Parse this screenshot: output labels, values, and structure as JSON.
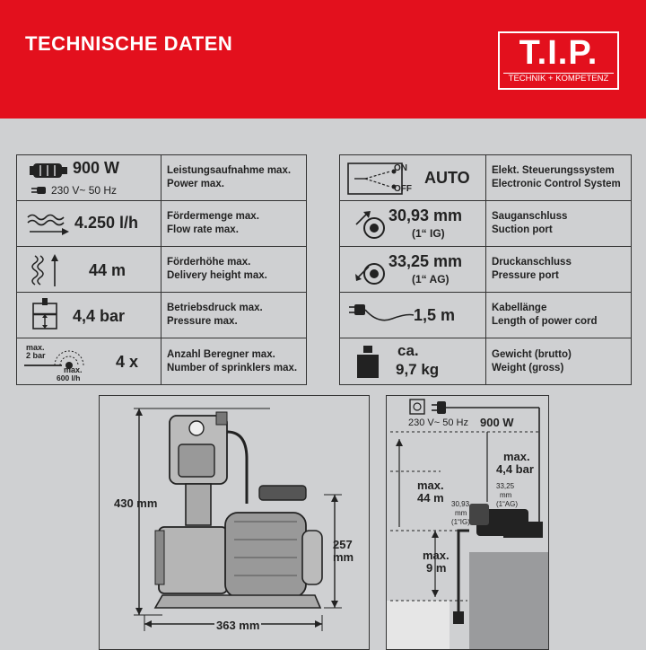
{
  "header": {
    "title": "TECHNISCHE DATEN",
    "logo_big": "T.I.P.",
    "logo_small": "TECHNIK + KOMPETENZ"
  },
  "left_table": [
    {
      "value": "900 W",
      "sub": "230 V~ 50 Hz",
      "desc1": "Leistungsaufnahme max.",
      "desc2": "Power max."
    },
    {
      "value": "4.250 l/h",
      "desc1": "Fördermenge max.",
      "desc2": "Flow rate max."
    },
    {
      "value": "44 m",
      "desc1": "Förderhöhe max.",
      "desc2": "Delivery height max."
    },
    {
      "value": "4,4 bar",
      "desc1": "Betriebsdruck max.",
      "desc2": "Pressure max."
    },
    {
      "value": "4 x",
      "desc1": "Anzahl Beregner max.",
      "desc2": "Number of sprinklers max.",
      "icon_max": "max.",
      "icon_bar": "2 bar",
      "icon_max2": "max.",
      "icon_flow": "600 l/h"
    }
  ],
  "right_table": [
    {
      "value": "AUTO",
      "on": "ON",
      "off": "OFF",
      "desc1": "Elekt. Steuerungssystem",
      "desc2": "Electronic Control System"
    },
    {
      "value": "30,93 mm",
      "sub": "(1“ IG)",
      "desc1": "Sauganschluss",
      "desc2": "Suction port"
    },
    {
      "value": "33,25 mm",
      "sub": "(1“ AG)",
      "desc1": "Druckanschluss",
      "desc2": "Pressure port"
    },
    {
      "value": "1,5 m",
      "desc1": "Kabellänge",
      "desc2": "Length of power cord"
    },
    {
      "value": "ca.",
      "value2": "9,7 kg",
      "desc1": "Gewicht (brutto)",
      "desc2": "Weight (gross)"
    }
  ],
  "dimensions": {
    "height": "430 mm",
    "depth": "257 mm",
    "depth_line1": "257",
    "depth_line2": "mm",
    "width": "363 mm"
  },
  "install": {
    "power": "230 V~ 50 Hz",
    "watt": "900 W",
    "pressure_line1": "max.",
    "pressure_line2": "4,4 bar",
    "head_line1": "max.",
    "head_line2": "44 m",
    "suction_depth_line1": "max.",
    "suction_depth_line2": "9 m",
    "suction_port_line1": "30,93",
    "suction_port_line2": "mm",
    "suction_port_line3": "(1“IG)",
    "pressure_port_line1": "33,25",
    "pressure_port_line2": "mm",
    "pressure_port_line3": "(1“AG)"
  },
  "colors": {
    "brand_red": "#e3101d",
    "background": "#cfd0d2",
    "ink": "#222222",
    "water": "#9a9b9d"
  }
}
